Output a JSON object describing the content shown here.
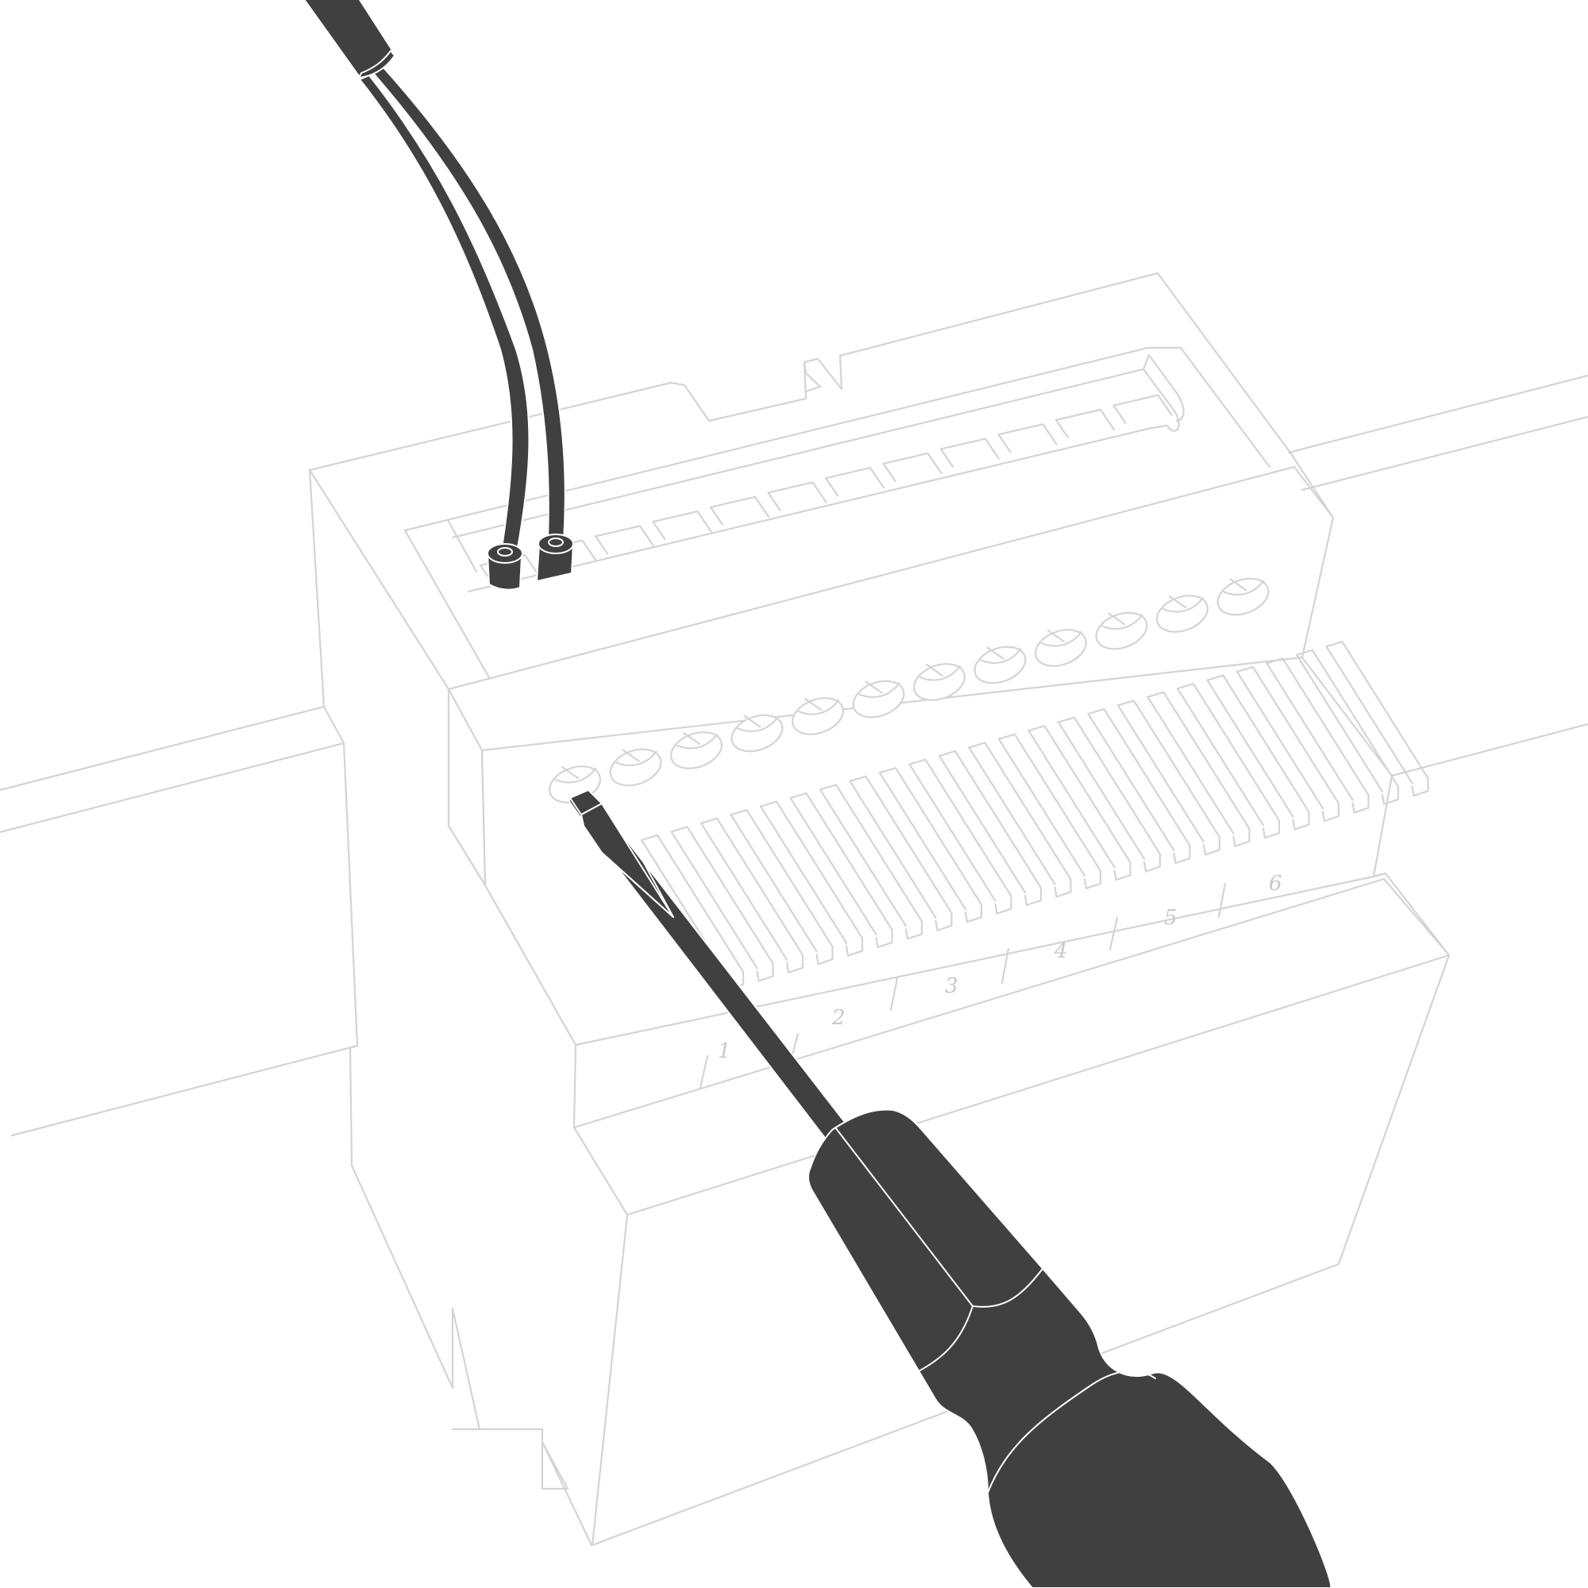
{
  "illustration": {
    "terminal_numbers": [
      "1",
      "2",
      "3",
      "4",
      "5",
      "6"
    ],
    "colors": {
      "background": "#ffffff",
      "outline": "#d4d4d4",
      "tool_and_cable": "#404040",
      "highlight": "#ffffff",
      "terminal_number": "#c8c8c8"
    },
    "icons": [
      "din-rail-module",
      "cable",
      "screwdriver"
    ]
  }
}
